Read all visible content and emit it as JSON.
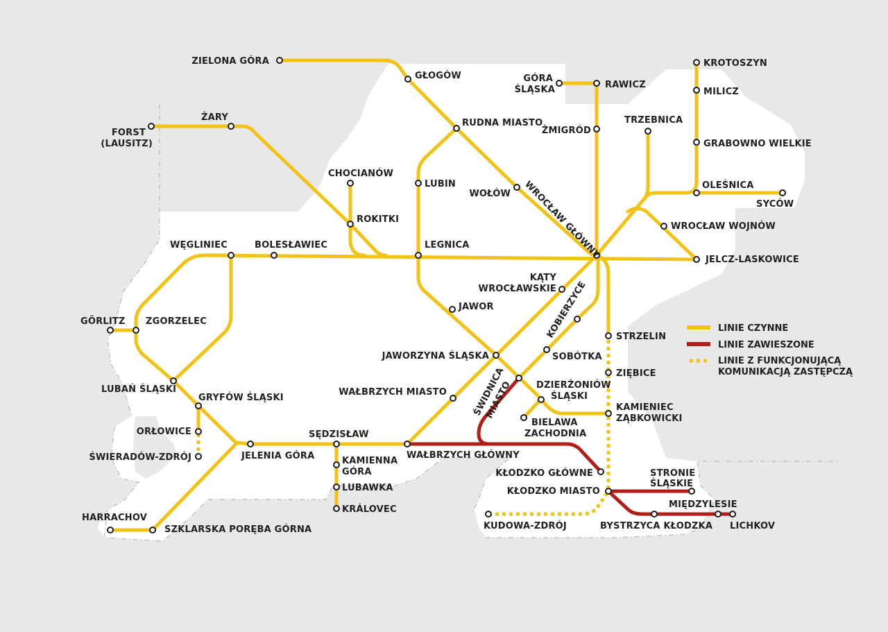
{
  "map": {
    "colors": {
      "active": "#f2c215",
      "suspended": "#b01e17",
      "background": "#e8e8e8",
      "region": "#ffffff",
      "station_stroke": "#1a1a1a"
    },
    "legend": [
      {
        "type": "active",
        "label": "LINIE CZYNNE"
      },
      {
        "type": "suspended",
        "label": "LINIE ZAWIESZONE"
      },
      {
        "type": "replacement",
        "label_line1": "LINIE Z FUNKCJONUJĄCĄ",
        "label_line2": "KOMUNIKACJĄ ZASTĘPCZĄ"
      }
    ],
    "stations": {
      "zielona_gora": "ZIELONA GÓRA",
      "glogow": "GŁOGÓW",
      "gora_slaska_1": "GÓRA",
      "gora_slaska_2": "ŚLĄSKA",
      "rawicz": "RAWICZ",
      "krotoszyn": "KROTOSZYN",
      "milicz": "MILICZ",
      "forst_1": "FORST",
      "forst_2": "(LAUSITZ)",
      "zary": "ŻARY",
      "rudna_miasto": "RUDNA MIASTO",
      "zmigrod": "ŻMIGRÓD",
      "trzebnica": "TRZEBNICA",
      "grabowno_wielkie": "GRABOWNO WIELKIE",
      "chocianow": "CHOCIANÓW",
      "lubin": "LUBIN",
      "wolow": "WOŁÓW",
      "wroclaw_glowny": "WROCŁAW GŁÓWNY",
      "olesnica": "OLEŚNICA",
      "sycow": "SYCÓW",
      "rokitki": "ROKITKI",
      "wroclaw_wojnow": "WROCŁAW WOJNÓW",
      "wegliniec": "WĘGLINIEC",
      "boleslawiec": "BOLESŁAWIEC",
      "legnica": "LEGNICA",
      "jelcz_laskowice": "JELCZ-LASKOWICE",
      "katy_1": "KĄTY",
      "katy_2": "WROCŁAWSKIE",
      "jawor": "JAWOR",
      "kobierzyce": "KOBIERZYCE",
      "gorlitz": "GÖRLITZ",
      "zgorzelec": "ZGORZELEC",
      "strzelin": "STRZELIN",
      "jaworzyna_slaska": "JAWORZYNA ŚLĄSKA",
      "sobotka": "SOBÓTKA",
      "swidnica_1": "ŚWIDNICA",
      "swidnica_2": "MIASTO",
      "ziebice": "ZIĘBICE",
      "luban_slaski": "LUBAŃ ŚLĄSKI",
      "walbrzych_miasto": "WAŁBRZYCH MIASTO",
      "dzierzoniow_1": "DZIERŻONIÓW",
      "dzierzoniow_2": "ŚLĄSKI",
      "gryfow_slaski": "GRYFÓW ŚLĄSKI",
      "kamieniec_1": "KAMIENIEC",
      "kamieniec_2": "ZĄBKOWICKI",
      "bielawa_1": "BIELAWA",
      "bielawa_2": "ZACHODNIA",
      "orlowice": "ORŁOWICE",
      "sedzislaw": "SĘDZISŁAW",
      "swieradow": "ŚWIERADÓW-ZDRÓJ",
      "jelenia_gora": "JELENIA GÓRA",
      "walbrzych_glowny": "WAŁBRZYCH GŁÓWNY",
      "kamienna_gora_1": "KAMIENNA",
      "kamienna_gora_2": "GÓRA",
      "stronie_1": "STRONIE",
      "stronie_2": "ŚLĄSKIE",
      "klodzko_glowne": "KŁODZKO GŁÓWNE",
      "lubawka": "LUBAWKA",
      "klodzko_miasto": "KŁODZKO MIASTO",
      "miedzylesie": "MIĘDZYLESIE",
      "kralovec": "KRÁLOVEC",
      "harrachov": "HARRACHOV",
      "szklarska": "SZKLARSKA PORĘBA GÓRNA",
      "kudowa": "KUDOWA-ZDRÓJ",
      "bystrzyca": "BYSTRZYCA KŁODZKA",
      "lichkov": "LICHKOV"
    }
  }
}
